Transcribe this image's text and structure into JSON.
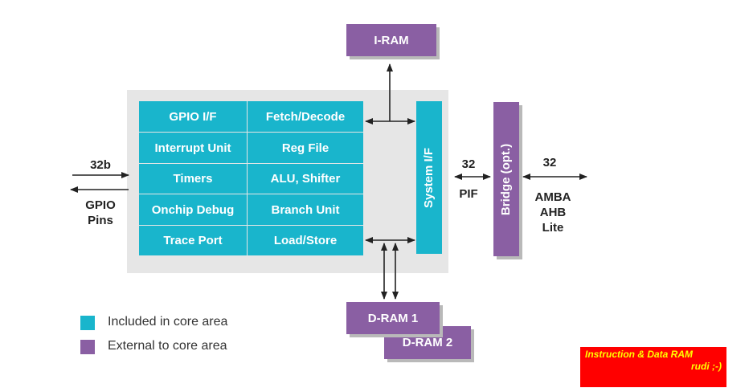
{
  "core_left": [
    "GPIO I/F",
    "Interrupt Unit",
    "Timers",
    "Onchip Debug",
    "Trace Port"
  ],
  "core_right": [
    "Fetch/Decode",
    "Reg File",
    "ALU, Shifter",
    "Branch Unit",
    "Load/Store"
  ],
  "system_if": "System I/F",
  "bridge": "Bridge (opt.)",
  "iram": "I-RAM",
  "dram1": "D-RAM 1",
  "dram2": "D-RAM 2",
  "gpio": {
    "width": "32b",
    "line1": "GPIO",
    "line2": "Pins"
  },
  "pif": {
    "width": "32",
    "name": "PIF"
  },
  "amba": {
    "width": "32",
    "line1": "AMBA",
    "line2": "AHB",
    "line3": "Lite"
  },
  "legend": [
    {
      "label": "Included in core area",
      "color": "#19b5cc"
    },
    {
      "label": "External to core area",
      "color": "#8a5fa3"
    }
  ],
  "note": {
    "line1": "Instruction & Data RAM",
    "line2": "rudi ;-)"
  },
  "colors": {
    "core": "#19b5cc",
    "external": "#8a5fa3",
    "core_bg": "#e6e6e6",
    "note_bg": "#ff0000",
    "note_text": "#ffff00"
  }
}
